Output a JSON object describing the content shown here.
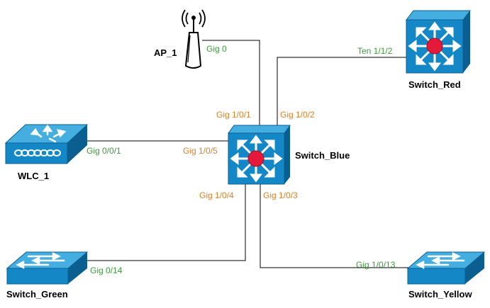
{
  "colors": {
    "link": "#000000",
    "device_front": "#1487c7",
    "device_top": "#45aee0",
    "device_side": "#0b5f90",
    "device_arrows": "#ffffff",
    "center_dot": "#e5193a",
    "ap_body": "#ffffff",
    "ap_outline": "#000000",
    "port_blue_switch": "#d9822b",
    "port_other": "#3c9b3c",
    "label": "#000000"
  },
  "devices": {
    "ap": {
      "label": "AP_1",
      "icon": "wireless-access-point-icon"
    },
    "switch_red": {
      "label": "Switch_Red",
      "icon": "multilayer-switch-icon"
    },
    "wlc": {
      "label": "WLC_1",
      "icon": "wireless-lan-controller-icon"
    },
    "switch_blue": {
      "label": "Switch_Blue",
      "icon": "multilayer-switch-icon"
    },
    "switch_green": {
      "label": "Switch_Green",
      "icon": "layer2-switch-icon"
    },
    "switch_yellow": {
      "label": "Switch_Yellow",
      "icon": "layer2-switch-icon"
    }
  },
  "ports": {
    "ap_gig0": "Gig 0",
    "red_ten112": "Ten 1/1/2",
    "blue_gig101": "Gig 1/0/1",
    "blue_gig102": "Gig 1/0/2",
    "wlc_gig001": "Gig 0/0/1",
    "blue_gig105": "Gig 1/0/5",
    "blue_gig104": "Gig 1/0/4",
    "blue_gig103": "Gig 1/0/3",
    "green_gig014": "Gig 0/14",
    "yellow_gig1013": "Gig 1/0/13"
  }
}
